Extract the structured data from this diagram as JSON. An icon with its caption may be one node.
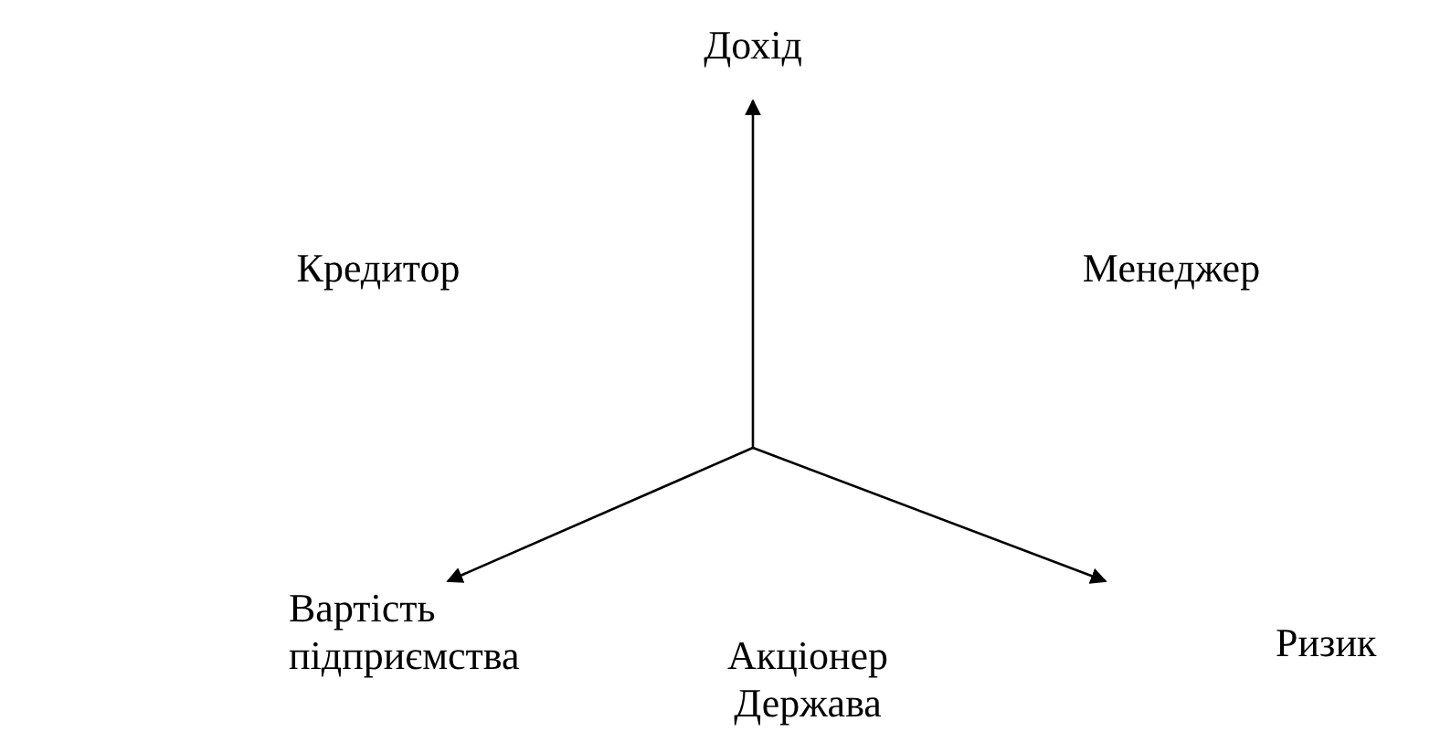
{
  "diagram": {
    "labels": [
      "Дохід",
      "Кредитор",
      "Менеджер",
      "Вартість підприємства",
      "Ризик",
      "Акціонер",
      "Держава"
    ]
  }
}
